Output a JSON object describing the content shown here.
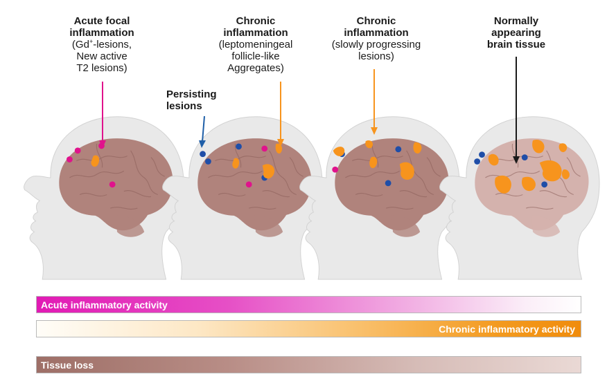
{
  "stages": [
    {
      "title_lines": [
        "Acute focal",
        "inflammation"
      ],
      "detail_lines": [
        "(Gd+-lesions,",
        "New active",
        "T2 lesions)"
      ],
      "gd_prefix": "(Gd",
      "gd_sup": "+",
      "gd_suffix": "-lesions,",
      "arrow_color": "#e0138c"
    },
    {
      "title_lines": [
        "Chronic",
        "inflammation"
      ],
      "detail_lines": [
        "(leptomeningeal",
        "follicle-like",
        "Aggregates)"
      ],
      "arrow_color": "#f7941d"
    },
    {
      "title_lines": [
        "Chronic",
        "inflammation"
      ],
      "detail_lines": [
        "(slowly progressing",
        "lesions)"
      ],
      "arrow_color": "#f7941d"
    },
    {
      "title_lines": [
        "Normally",
        "appearing",
        "brain tissue"
      ],
      "detail_lines": [],
      "arrow_color": "#1a1a1a"
    }
  ],
  "persisting": {
    "title_lines": [
      "Persisting",
      "lesions"
    ],
    "arrow_color": "#1f5fa8"
  },
  "bars": {
    "acute": "Acute inflammatory activity",
    "chronic": "Chronic inflammatory activity",
    "tissue": "Tissue loss"
  },
  "colors": {
    "lesion_magenta": "#e0138c",
    "lesion_blue": "#1f4ea8",
    "lesion_orange": "#f7941d",
    "brain": "#b0837c",
    "brain_faded": "#d4b2ad",
    "head": "#e9e9e9"
  }
}
